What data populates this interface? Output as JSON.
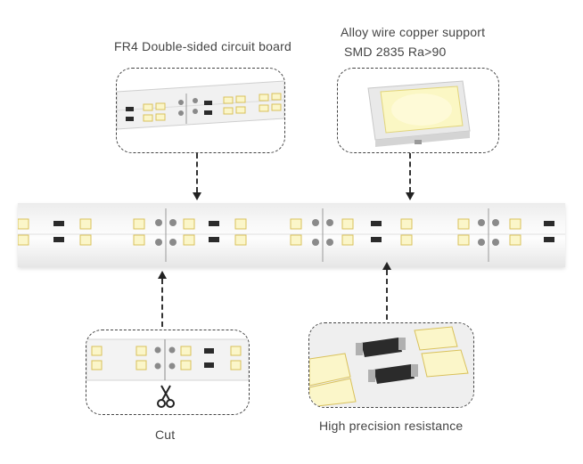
{
  "labels": {
    "fr4": "FR4 Double-sided circuit board",
    "alloy_line1": "Alloy wire copper support",
    "alloy_line2": "SMD 2835 Ra>90",
    "cut": "Cut",
    "resistance": "High precision resistance"
  },
  "colors": {
    "led": "#fbf6c9",
    "led_border": "#d9c15a",
    "pcb": "#f4f4f4",
    "pad": "#8a8a8a",
    "resistor": "#2b2b2b",
    "dashed": "#444444"
  }
}
